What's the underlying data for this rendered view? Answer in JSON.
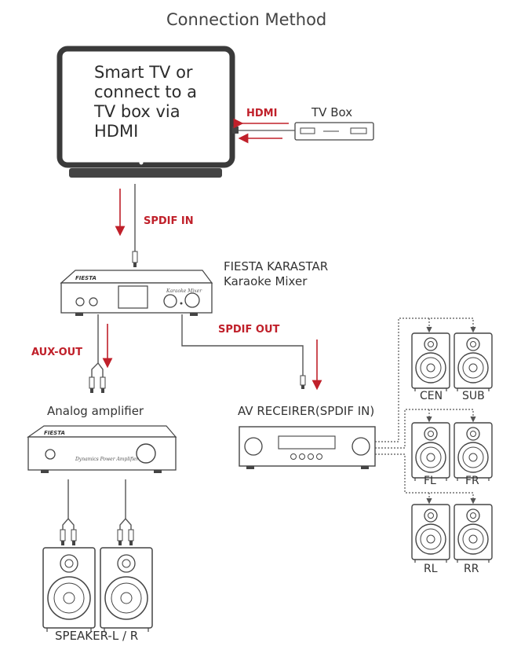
{
  "title": "Connection Method",
  "tv": {
    "text": "Smart TV or connect to a TV box via HDMI"
  },
  "tvbox": {
    "label": "TV Box",
    "cable_label": "HDMI"
  },
  "mixer": {
    "line1": "FIESTA KARASTAR",
    "line2": "Karaoke Mixer",
    "brand": "FIESTA",
    "script_text": "Karaoke Mixer"
  },
  "links": {
    "spdif_in": "SPDIF IN",
    "aux_out": "AUX-OUT",
    "spdif_out": "SPDIF OUT"
  },
  "amplifier": {
    "label": "Analog amplifier",
    "brand": "FIESTA",
    "script_text": "Dynamics Power Amplifier"
  },
  "receiver": {
    "label": "AV RECEIRER(SPDIF IN)"
  },
  "speakers": {
    "cen": "CEN",
    "sub": "SUB",
    "fl": "FL",
    "fr": "FR",
    "rl": "RL",
    "rr": "RR",
    "stereo": "SPEAKER-L / R"
  },
  "colors": {
    "arrow_red": "#c0202a",
    "line": "#555555"
  }
}
